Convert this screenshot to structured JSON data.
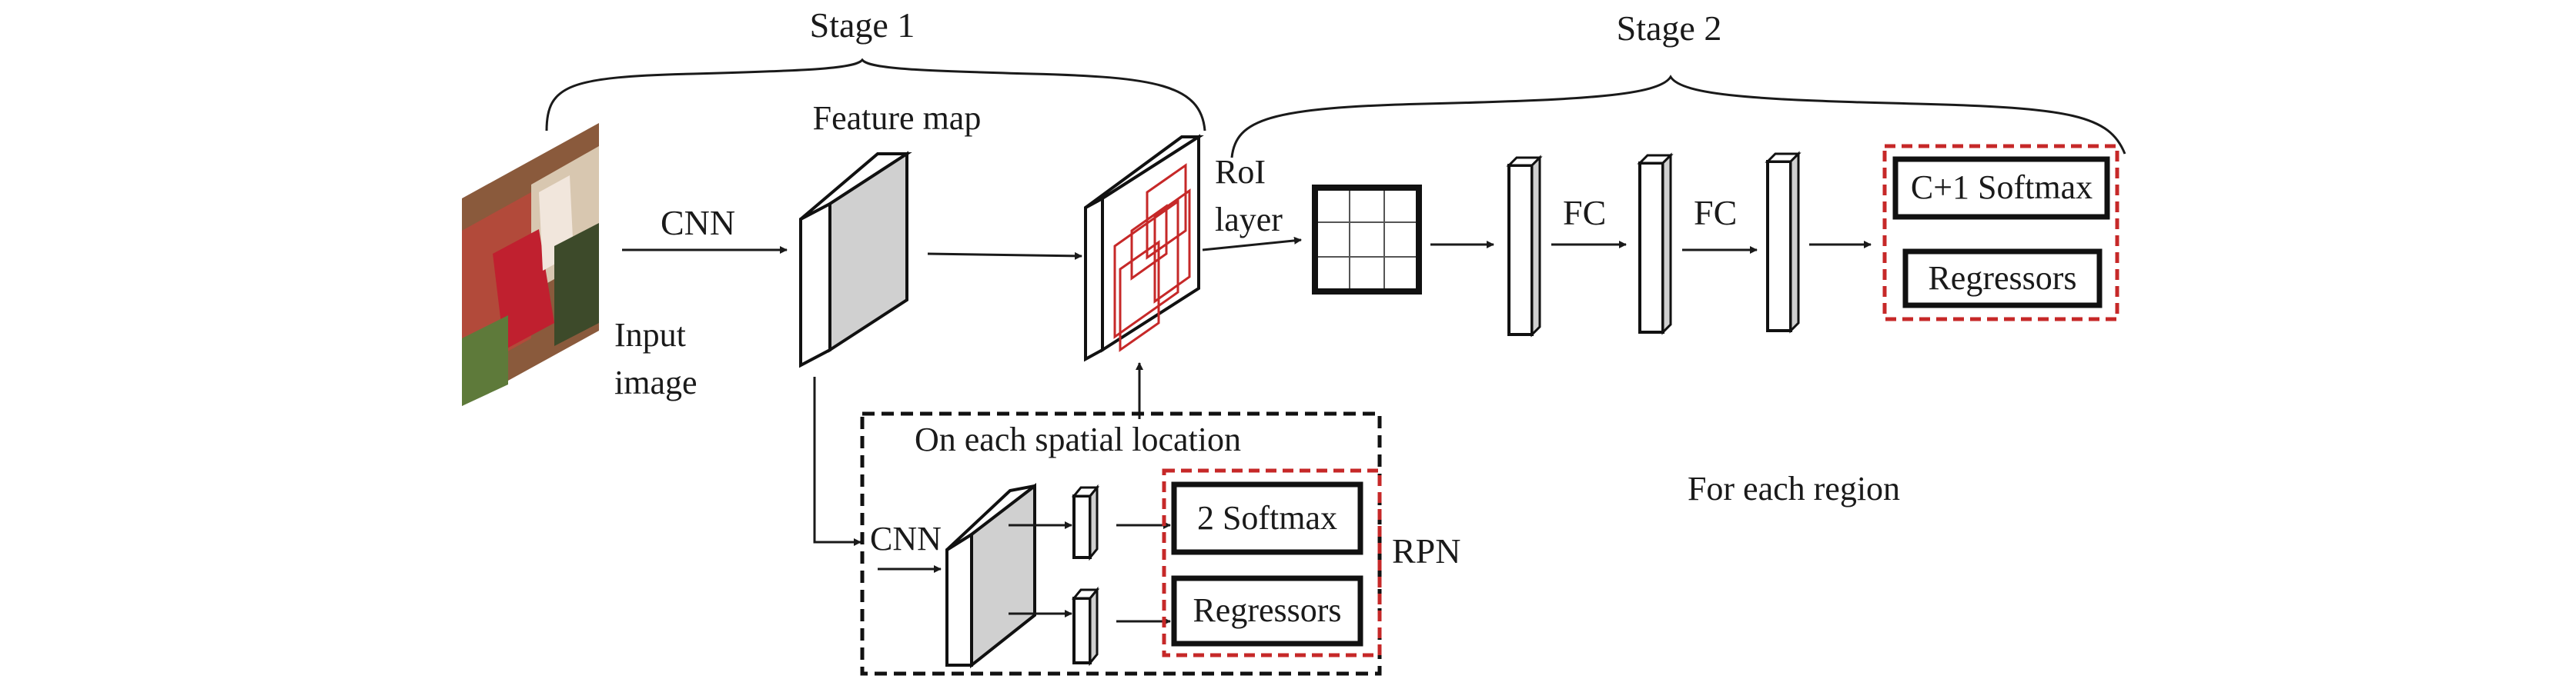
{
  "labels": {
    "stage1": "Stage 1",
    "stage2": "Stage 2",
    "feature_map": "Feature map",
    "cnn_top": "CNN",
    "input_line1": "Input",
    "input_line2": "image",
    "roi_line1": "RoI",
    "roi_line2": "layer",
    "fc1": "FC",
    "fc2": "FC",
    "softmax_c1": "C+1 Softmax",
    "regressors_top": "Regressors",
    "for_each_region": "For each region",
    "spatial_location": "On each spatial location",
    "cnn_rpn": "CNN",
    "softmax_2": "2 Softmax",
    "regressors_rpn": "Regressors",
    "rpn": "RPN"
  },
  "colors": {
    "line": "#1a1a1a",
    "block_face": "#d0d0d0",
    "proposal_red": "#c62828",
    "dashed_box": "#111111"
  }
}
